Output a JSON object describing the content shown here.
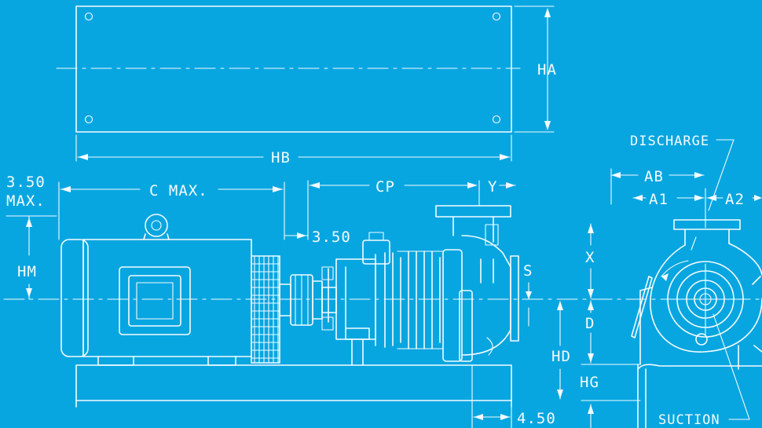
{
  "labels": {
    "ha": "HA",
    "hb": "HB",
    "max_top": "3.50",
    "max_bottom": "MAX.",
    "c_max": "C MAX.",
    "cp": "CP",
    "y": "Y",
    "gap_350": "3.50",
    "hm": "HM",
    "s": "S",
    "hd": "HD",
    "dim_450": "4.50",
    "discharge": "DISCHARGE",
    "ab": "AB",
    "a1": "A1",
    "a2": "A2",
    "x": "X",
    "d": "D",
    "hg": "HG",
    "suction": "SUCTION"
  },
  "colors": {
    "background": "#08a6e0",
    "line": "#f4fbff"
  }
}
